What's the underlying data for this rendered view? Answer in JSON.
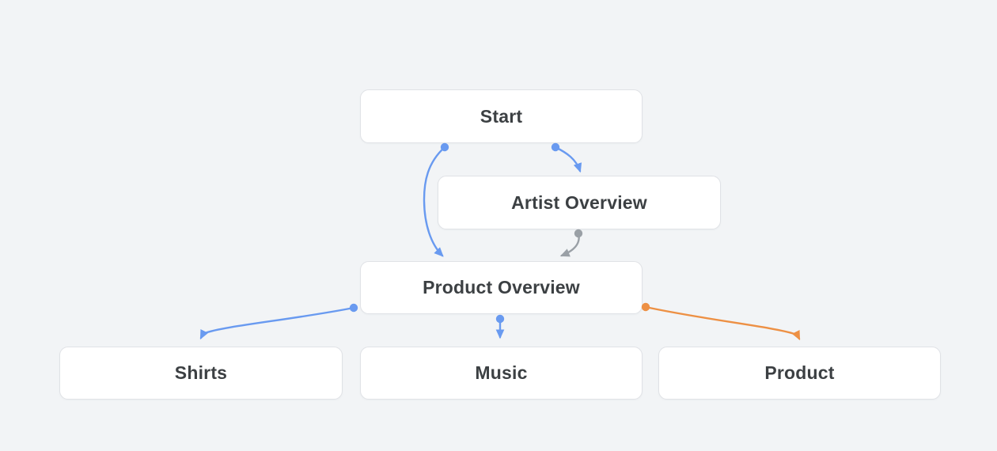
{
  "diagram": {
    "nodes": [
      {
        "id": "start",
        "label": "Start"
      },
      {
        "id": "artist-overview",
        "label": "Artist Overview"
      },
      {
        "id": "product-overview",
        "label": "Product Overview"
      },
      {
        "id": "shirts",
        "label": "Shirts"
      },
      {
        "id": "music",
        "label": "Music"
      },
      {
        "id": "product",
        "label": "Product"
      }
    ],
    "edges": [
      {
        "from": "Start",
        "to": "Artist Overview",
        "color": "#699af0"
      },
      {
        "from": "Start",
        "to": "Product Overview",
        "color": "#699af0"
      },
      {
        "from": "Artist Overview",
        "to": "Product Overview",
        "color": "#9aa0a6"
      },
      {
        "from": "Product Overview",
        "to": "Shirts",
        "color": "#699af0"
      },
      {
        "from": "Product Overview",
        "to": "Music",
        "color": "#699af0"
      },
      {
        "from": "Product Overview",
        "to": "Product",
        "color": "#ed9044"
      }
    ],
    "colors": {
      "background": "#f2f4f6",
      "node_fill": "#ffffff",
      "node_border": "#e0e2e6",
      "node_text": "#3c4043",
      "edge_blue": "#699af0",
      "edge_gray": "#9aa0a6",
      "edge_orange": "#ed9044"
    }
  }
}
